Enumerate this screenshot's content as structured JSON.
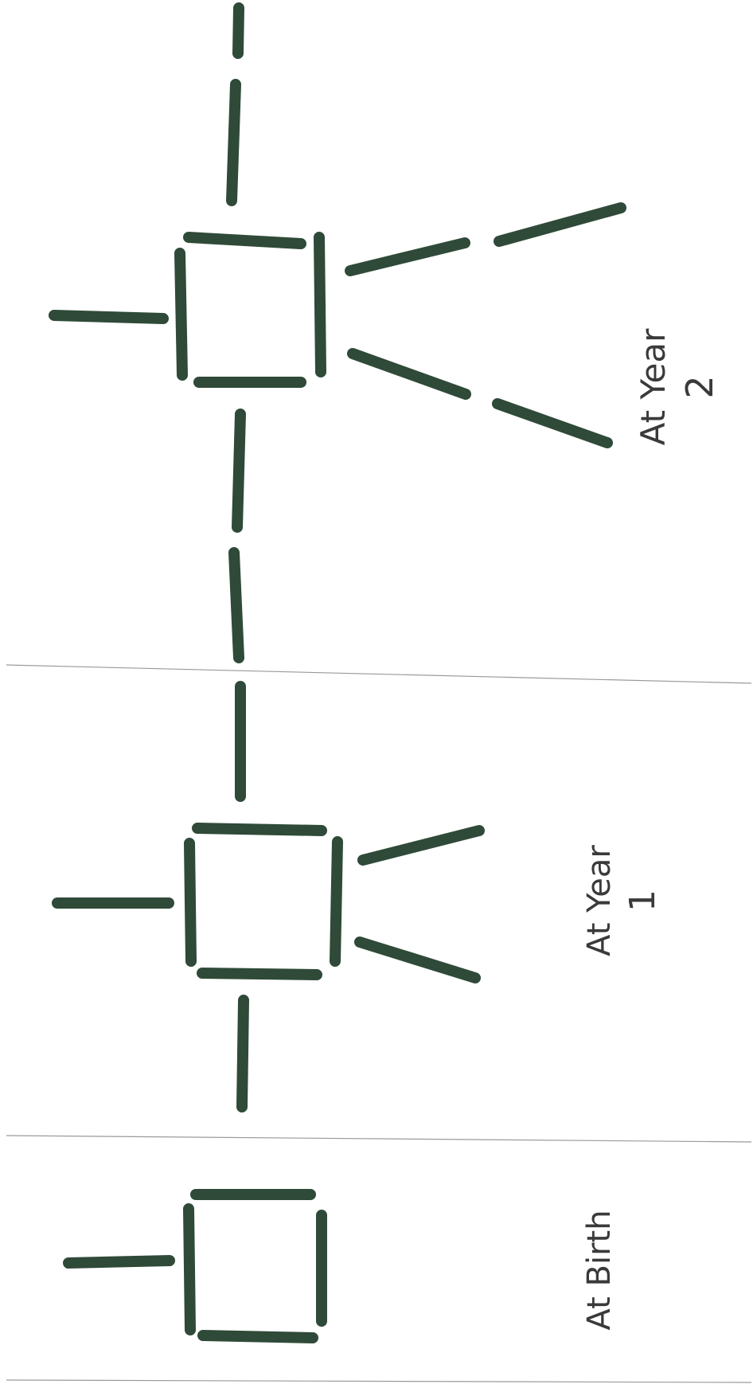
{
  "stages": [
    {
      "caption": "At Birth"
    },
    {
      "caption": "At Year",
      "number": "1"
    },
    {
      "caption": "At Year",
      "number": "2"
    }
  ],
  "colors": {
    "stick": "#2f4a38",
    "divider": "#9a9a9a",
    "text": "#3a3a3a",
    "paper": "#ffffff"
  }
}
